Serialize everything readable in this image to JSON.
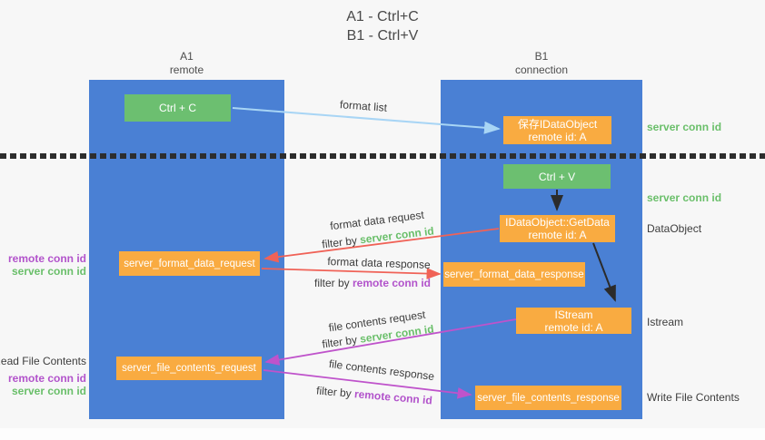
{
  "title": {
    "line1": "A1 - Ctrl+C",
    "line2": "B1 - Ctrl+V"
  },
  "lifelines": {
    "left": {
      "id": "A1",
      "role": "remote"
    },
    "right": {
      "id": "B1",
      "role": "connection"
    }
  },
  "nodes": {
    "ctrl_c": {
      "label": "Ctrl + C"
    },
    "save_idataobject": {
      "line1": "保存IDataObject",
      "line2": "remote id: A"
    },
    "ctrl_v": {
      "label": "Ctrl + V"
    },
    "getdata": {
      "line1": "IDataObject::GetData",
      "line2": "remote id: A"
    },
    "format_request": {
      "label": "server_format_data_request"
    },
    "format_response": {
      "label": "server_format_data_response"
    },
    "istream": {
      "line1": "IStream",
      "line2": "remote id: A"
    },
    "file_request": {
      "label": "server_file_contents_request"
    },
    "file_response": {
      "label": "server_file_contents_response"
    }
  },
  "side_labels": {
    "right": {
      "server_conn_id_1": "server conn id",
      "server_conn_id_2": "server conn id",
      "dataobject": "DataObject",
      "istream": "Istream",
      "write_file": "Write File Contents"
    },
    "left": {
      "remote_conn_id_1": "remote conn id",
      "server_conn_id_1": "server conn id",
      "read_file": "Read File Contents",
      "remote_conn_id_2": "remote conn id",
      "server_conn_id_2": "server conn id"
    }
  },
  "arrow_labels": {
    "format_list": "format list",
    "format_data_request": "format data request",
    "format_data_response": "format data response",
    "file_contents_request": "file contents request",
    "file_contents_response": "file contents response",
    "filter_by": "filter by ",
    "server_conn_id": "server conn id",
    "remote_conn_id": "remote conn id"
  },
  "colors": {
    "lifeline_blue": "#4a80d4",
    "action_green": "#6cbf70",
    "message_orange": "#f9ab41",
    "arrow_light_blue": "#a8d5f5",
    "arrow_red": "#f06257",
    "arrow_magenta": "#bf53cb",
    "arrow_black": "#2b2b2b",
    "server_conn_text": "#6abf6a",
    "remote_conn_text": "#b253cb"
  }
}
